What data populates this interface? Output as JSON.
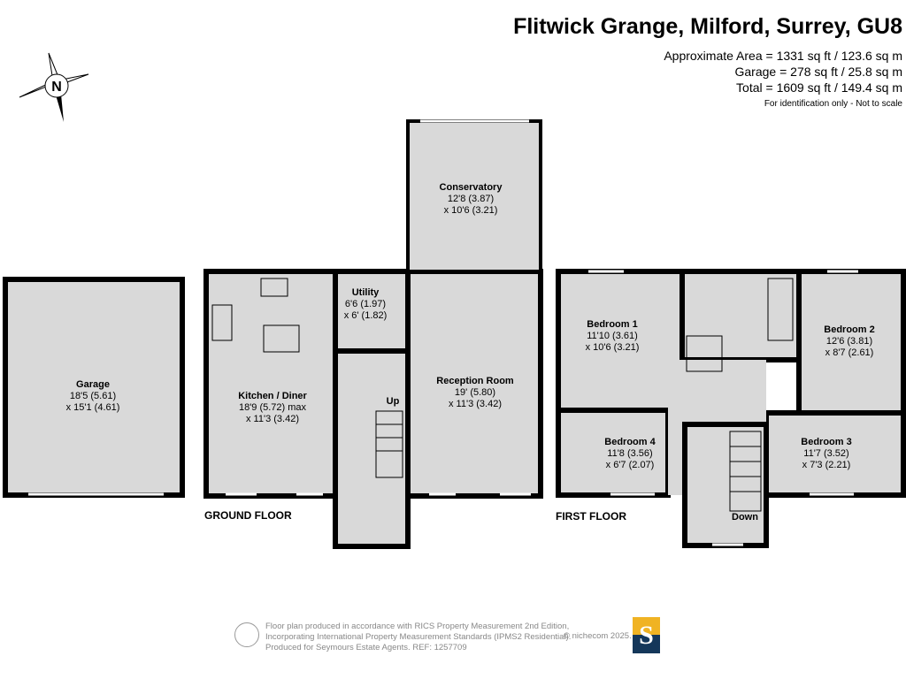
{
  "header": {
    "title": "Flitwick Grange, Milford, Surrey, GU8",
    "areas": [
      "Approximate Area = 1331 sq ft / 123.6 sq m",
      "Garage = 278 sq ft / 25.8 sq m",
      "Total = 1609 sq ft / 149.4 sq m"
    ],
    "note": "For identification only - Not to scale"
  },
  "compass": {
    "label": "N",
    "icon": "compass-north-icon"
  },
  "floors": {
    "ground": {
      "label": "GROUND FLOOR",
      "rooms": [
        {
          "name": "Garage",
          "dims": [
            "18'5 (5.61)",
            "x 15'1 (4.61)"
          ]
        },
        {
          "name": "Kitchen / Diner",
          "dims": [
            "18'9 (5.72) max",
            "x 11'3 (3.42)"
          ]
        },
        {
          "name": "Utility",
          "dims": [
            "6'6 (1.97)",
            "x 6' (1.82)"
          ]
        },
        {
          "name": "Reception Room",
          "dims": [
            "19' (5.80)",
            "x 11'3 (3.42)"
          ]
        },
        {
          "name": "Conservatory",
          "dims": [
            "12'8 (3.87)",
            "x 10'6 (3.21)"
          ]
        }
      ],
      "stairs": "Up"
    },
    "first": {
      "label": "FIRST FLOOR",
      "rooms": [
        {
          "name": "Bedroom 1",
          "dims": [
            "11'10 (3.61)",
            "x 10'6 (3.21)"
          ]
        },
        {
          "name": "Bedroom 2",
          "dims": [
            "12'6 (3.81)",
            "x 8'7 (2.61)"
          ]
        },
        {
          "name": "Bedroom 3",
          "dims": [
            "11'7 (3.52)",
            "x 7'3 (2.21)"
          ]
        },
        {
          "name": "Bedroom 4",
          "dims": [
            "11'8 (3.56)",
            "x 6'7 (2.07)"
          ]
        }
      ],
      "stairs": "Down"
    }
  },
  "footer": {
    "lines": [
      "Floor plan produced in accordance with RICS Property Measurement 2nd Edition,",
      "Incorporating International Property Measurement Standards (IPMS2 Residential).",
      "Produced for Seymours Estate Agents.   REF: 1257709"
    ],
    "copyright": "© nichecom 2025.",
    "logo_letter": "S",
    "colors": {
      "logo_top": "#f0b323",
      "logo_bottom": "#14375a",
      "room_fill": "#d9d9d9",
      "wall": "#000000"
    }
  }
}
